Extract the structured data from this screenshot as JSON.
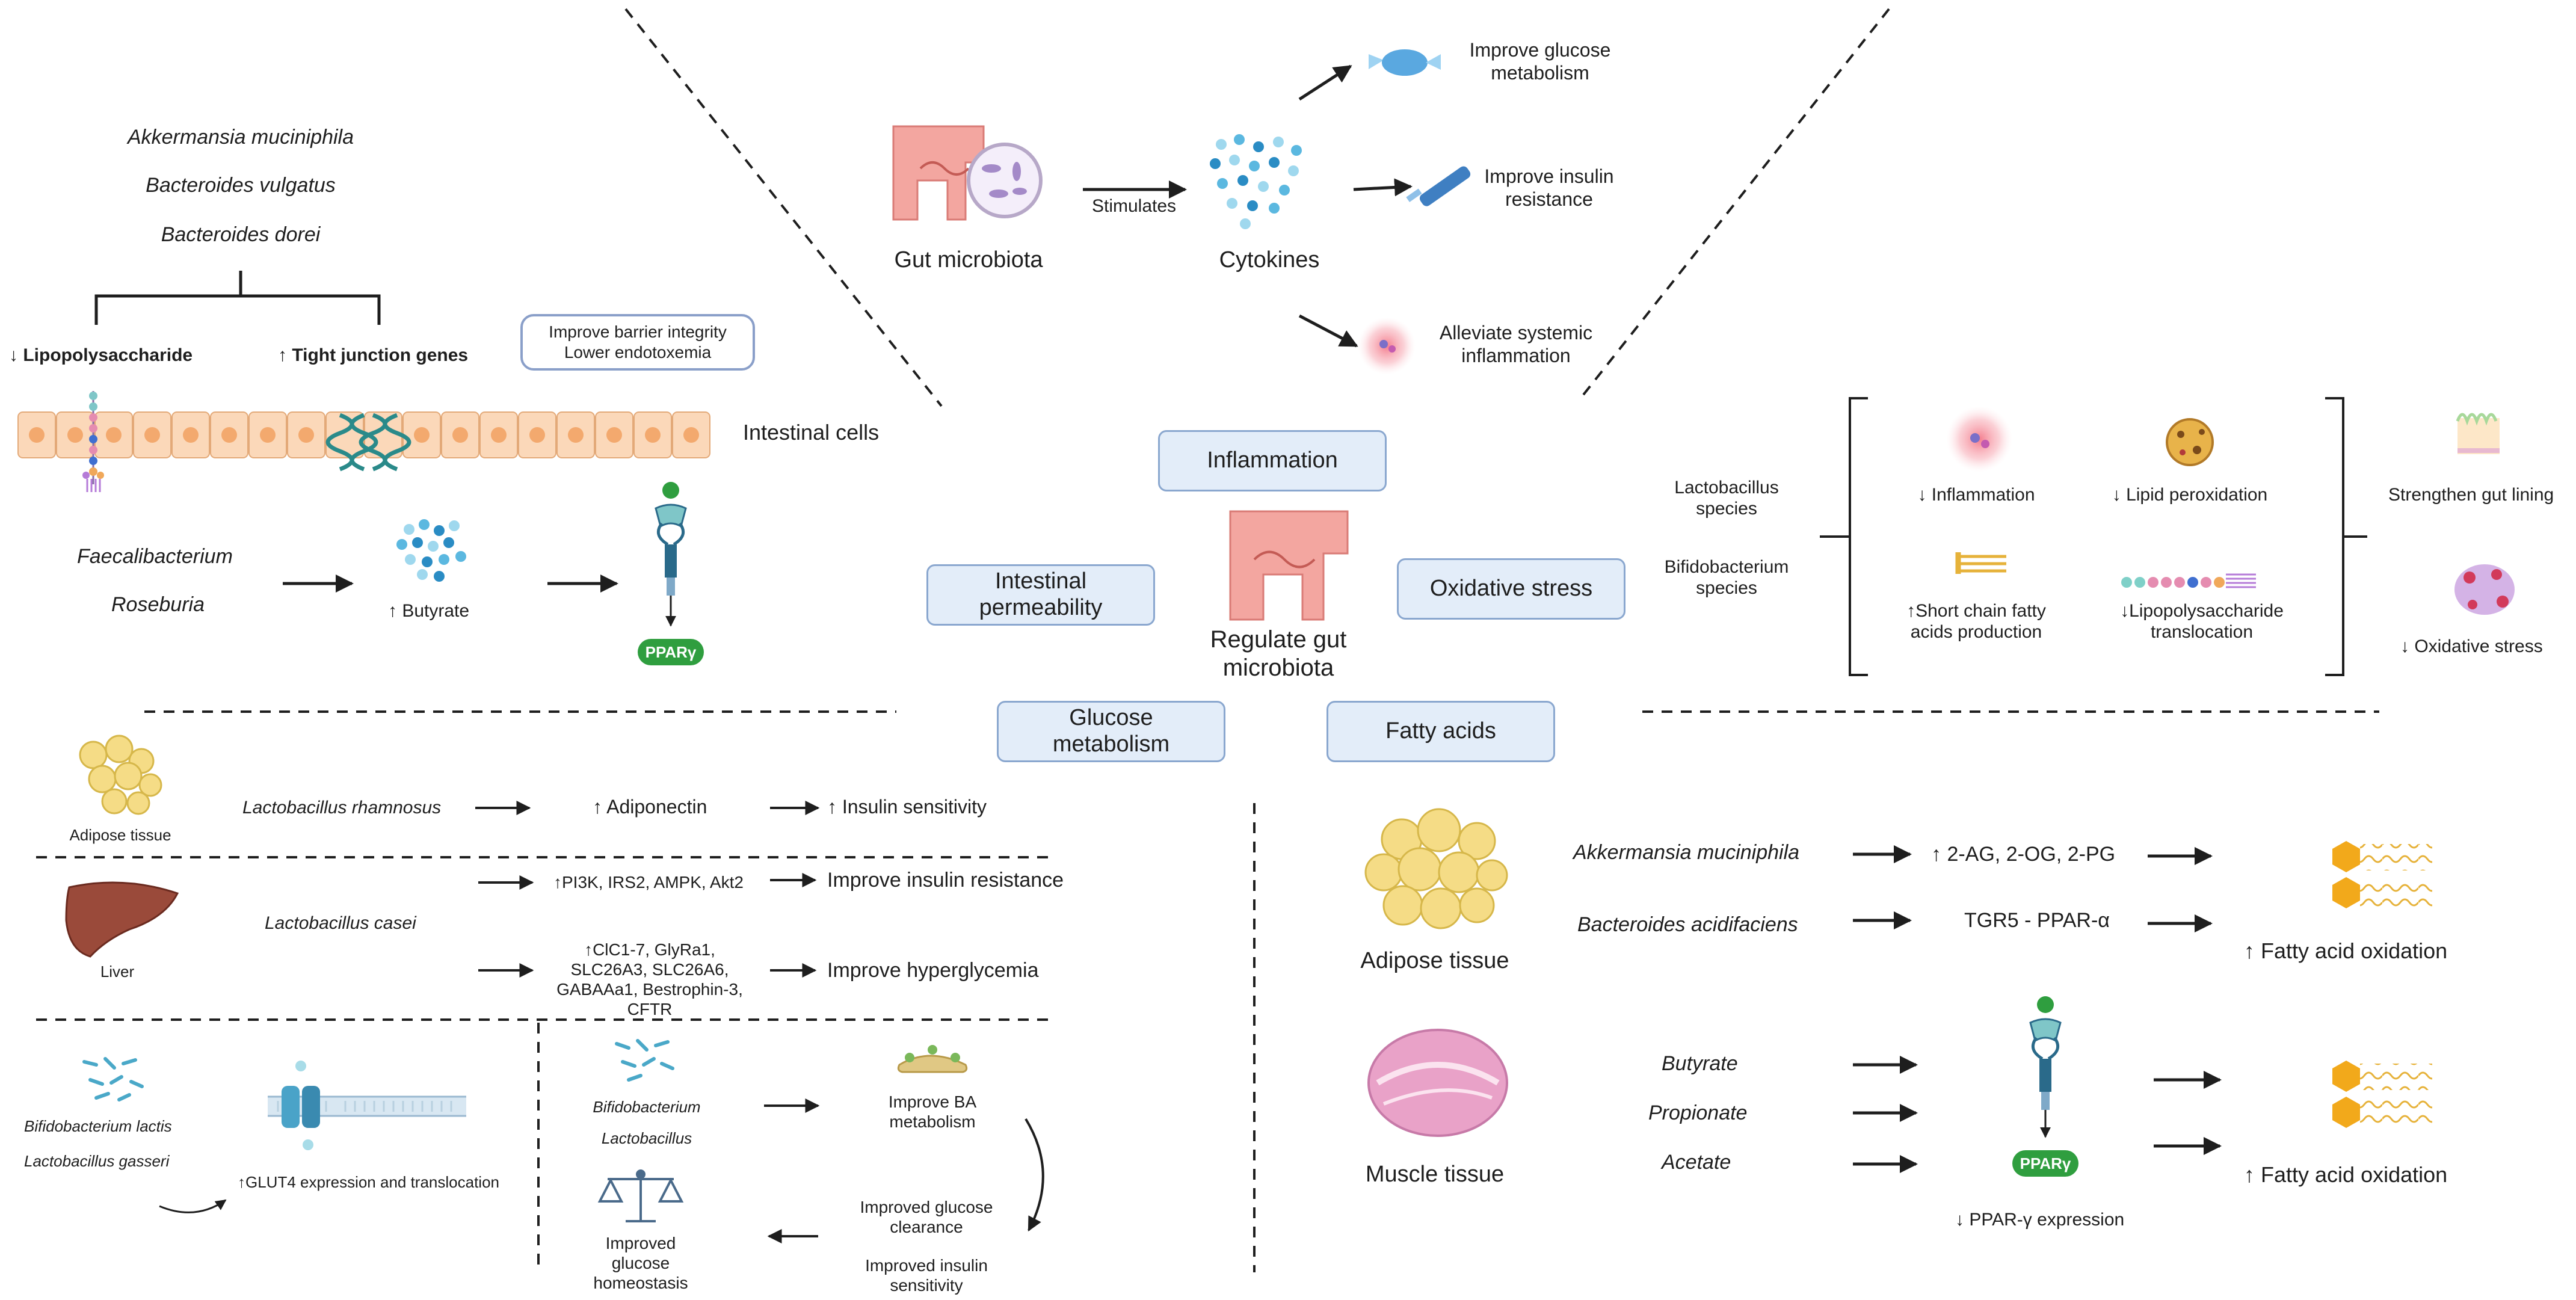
{
  "center": {
    "title": "Regulate gut\nmicrobiota",
    "boxes": {
      "inflammation": "Inflammation",
      "intestinal_permeability": "Intestinal\npermeability",
      "oxidative_stress": "Oxidative stress",
      "glucose_metabolism": "Glucose\nmetabolism",
      "fatty_acids": "Fatty acids"
    }
  },
  "top_center": {
    "gut_microbiota": "Gut microbiota",
    "stimulates": "Stimulates",
    "cytokines": "Cytokines",
    "outcome_glucose": "Improve glucose\nmetabolism",
    "outcome_insulin": "Improve insulin\nresistance",
    "outcome_inflammation": "Alleviate systemic\ninflammation"
  },
  "top_left": {
    "bacteria": [
      "Akkermansia muciniphila",
      "Bacteroides vulgatus",
      "Bacteroides dorei"
    ],
    "lps_label": "↓ Lipopolysaccharide",
    "tight_junction_label": "↑ Tight junction genes",
    "barrier_box": "Improve barrier integrity\nLower endotoxemia",
    "intestinal_cells": "Intestinal cells",
    "butyrate_bacteria": [
      "Faecalibacterium",
      "Roseburia"
    ],
    "butyrate": "↑ Butyrate",
    "receptor": "PPARγ"
  },
  "right_top": {
    "species": [
      "Lactobacillus\nspecies",
      "Bifidobacterium\nspecies"
    ],
    "effects": {
      "inflammation": "↓ Inflammation",
      "lipid_peroxidation": "↓ Lipid peroxidation",
      "scfa": "↑Short chain fatty\nacids production",
      "lps_translocation": "↓Lipopolysaccharide\ntranslocation"
    },
    "outcomes": {
      "gut_lining": "Strengthen gut lining",
      "oxidative": "↓ Oxidative stress"
    }
  },
  "bottom_left": {
    "row1": {
      "tissue": "Adipose tissue",
      "bacterium": "Lactobacillus rhamnosus",
      "marker": "↑ Adiponectin",
      "outcome": "↑ Insulin sensitivity"
    },
    "row2": {
      "tissue": "Liver",
      "bacterium": "Lactobacillus casei",
      "markers1": "↑PI3K, IRS2, AMPK, Akt2",
      "outcome1": "Improve insulin resistance",
      "markers2": "↑ClC1-7, GlyRa1,\nSLC26A3, SLC26A6,\nGABAAa1, Bestrophin-3,\nCFTR",
      "outcome2": "Improve hyperglycemia"
    },
    "row3": {
      "bacteria": [
        "Bifidobacterium lactis",
        "Lactobacillus gasseri"
      ],
      "glut4": "↑GLUT4 expression and translocation",
      "bile_bacteria": [
        "Bifidobacterium",
        "Lactobacillus"
      ],
      "ba": "Improve BA\nmetabolism",
      "clearance": "Improved glucose\nclearance",
      "insulin": "Improved insulin\nsensitivity",
      "homeostasis": "Improved\nglucose\nhomeostasis"
    }
  },
  "bottom_right": {
    "adipose": {
      "tissue": "Adipose tissue",
      "bacteria": [
        "Akkermansia muciniphila",
        "Bacteroides acidifaciens"
      ],
      "markers": [
        "↑ 2-AG, 2-OG, 2-PG",
        "TGR5 - PPAR-α"
      ],
      "outcome": "↑ Fatty acid oxidation"
    },
    "muscle": {
      "tissue": "Muscle tissue",
      "scfa": [
        "Butyrate",
        "Propionate",
        "Acetate"
      ],
      "receptor": "PPARγ",
      "expression": "↓ PPAR-γ expression",
      "outcome": "↑ Fatty acid oxidation"
    }
  },
  "colors": {
    "box_fill": "#e3edf9",
    "box_border": "#8aa7cf",
    "arrow": "#1e1e1e",
    "cell": "#fbd8b9",
    "pparg": "#2f9e3f",
    "fat": "#f5dc86"
  }
}
